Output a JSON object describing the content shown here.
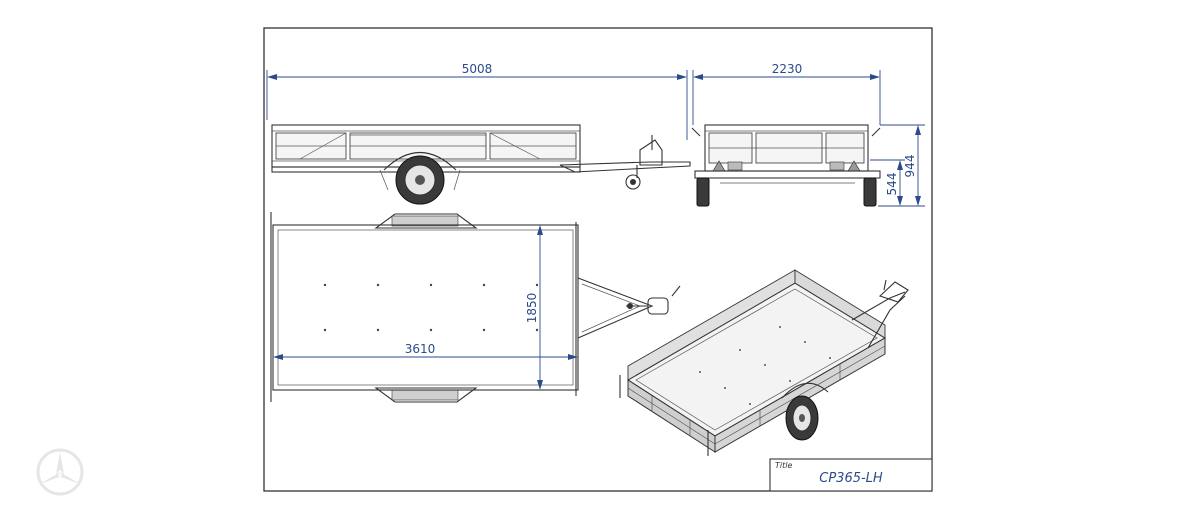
{
  "dimensions": {
    "overall_length": "5008",
    "overall_width": "2230",
    "deck_height": "544",
    "side_height": "944",
    "bed_width": "1850",
    "bed_length": "3610"
  },
  "title_block": {
    "label": "Title",
    "value": "CP365-LH"
  },
  "colors": {
    "dimension": "#2c4a8c",
    "line": "#333333"
  }
}
